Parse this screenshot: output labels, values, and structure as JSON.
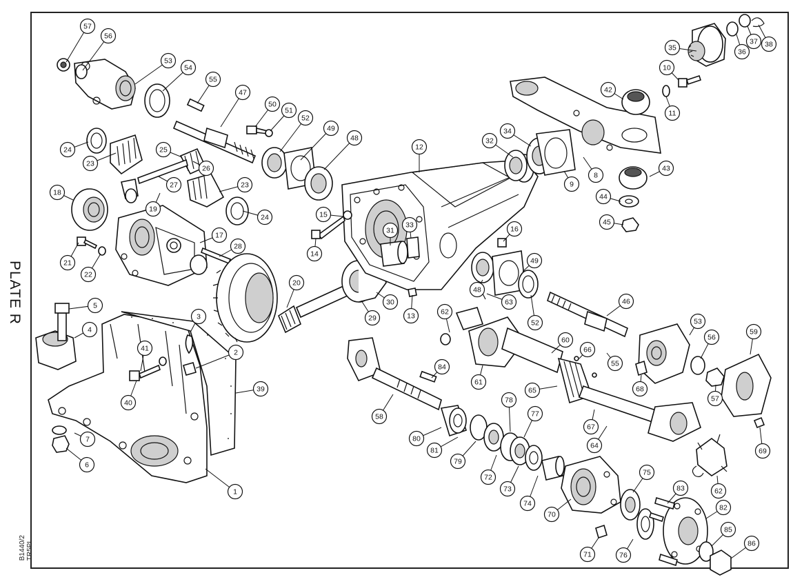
{
  "plate": {
    "title": "PLATE R",
    "reference_line1": "B1440/2",
    "reference_line2": "TR5PI"
  },
  "callouts": [
    "57",
    "56",
    "53",
    "54",
    "55",
    "47",
    "50",
    "51",
    "52",
    "49",
    "48",
    "24",
    "23",
    "25",
    "26",
    "27",
    "18",
    "23",
    "24",
    "17",
    "28",
    "21",
    "22",
    "19",
    "12",
    "15",
    "14",
    "31",
    "33",
    "32",
    "34",
    "9",
    "8",
    "42",
    "43",
    "44",
    "45",
    "35",
    "10",
    "11",
    "36",
    "37",
    "38",
    "16",
    "49",
    "48",
    "52",
    "63",
    "62",
    "46",
    "20",
    "29",
    "30",
    "13",
    "5",
    "4",
    "3",
    "2",
    "41",
    "40",
    "39",
    "7",
    "6",
    "1",
    "84",
    "58",
    "60",
    "66",
    "61",
    "55",
    "65",
    "67",
    "64",
    "53",
    "56",
    "57",
    "68",
    "59",
    "69",
    "62",
    "80",
    "81",
    "79",
    "78",
    "77",
    "72",
    "73",
    "74",
    "70",
    "75",
    "71",
    "76",
    "83",
    "82",
    "85",
    "86"
  ]
}
